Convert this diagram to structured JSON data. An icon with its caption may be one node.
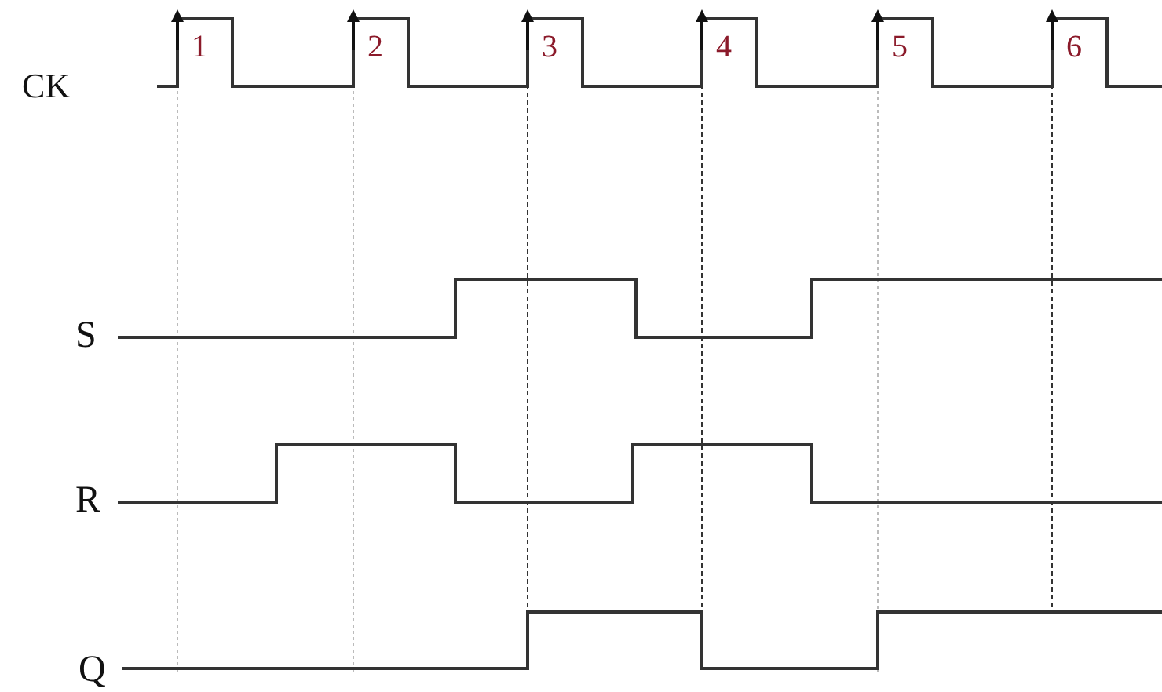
{
  "diagram": {
    "labels": [
      "CK",
      "1",
      "2",
      "3",
      "4",
      "5",
      "6",
      "S",
      "R",
      "Q"
    ]
  }
}
